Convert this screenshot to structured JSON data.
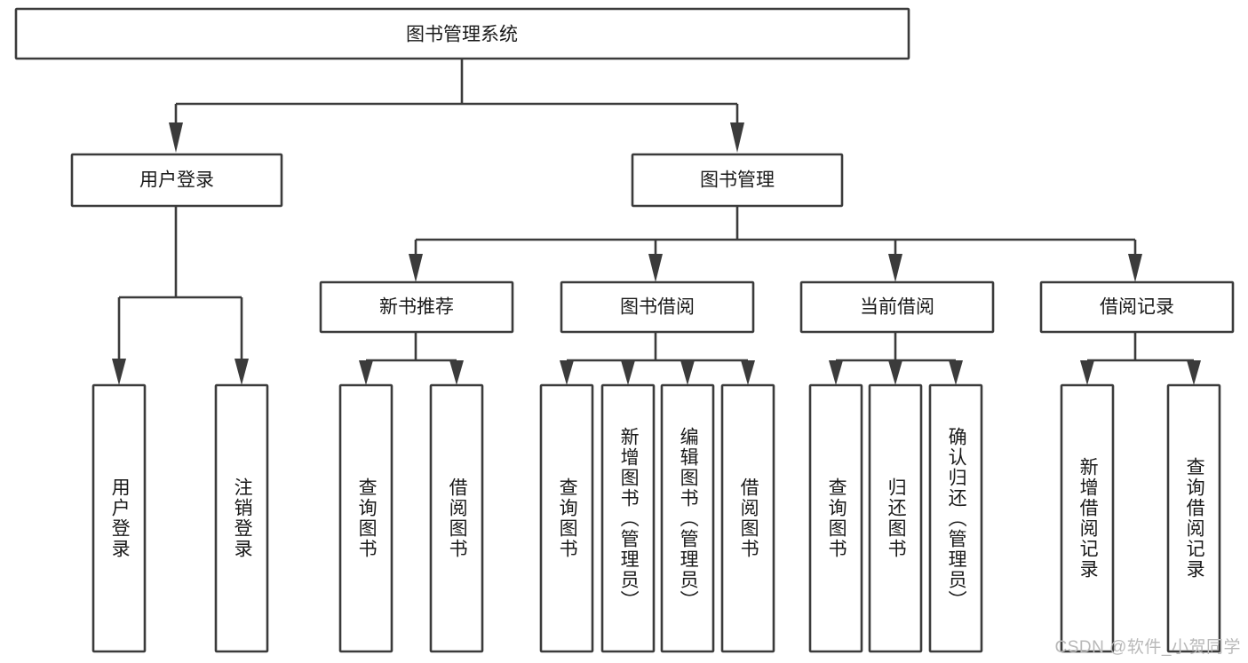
{
  "diagram": {
    "type": "hierarchy-tree",
    "title": "图书管理系统",
    "orientation": "top-down",
    "colors": {
      "box_stroke": "#3b3b3b",
      "box_fill": "#ffffff",
      "connector": "#3b3b3b",
      "text": "#1a1a1a",
      "background": "#ffffff",
      "watermark": "#b9b9b9"
    },
    "levels": {
      "root": {
        "label": "图书管理系统"
      },
      "level2": [
        {
          "label": "用户登录"
        },
        {
          "label": "图书管理"
        }
      ],
      "level3": [
        {
          "label": "新书推荐"
        },
        {
          "label": "图书借阅"
        },
        {
          "label": "当前借阅"
        },
        {
          "label": "借阅记录"
        }
      ],
      "leaves": {
        "user_login": [
          {
            "label": "用户登录"
          },
          {
            "label": "注销登录"
          }
        ],
        "new_book_recommend": [
          {
            "label": "查询图书"
          },
          {
            "label": "借阅图书"
          }
        ],
        "book_borrow": [
          {
            "label": "查询图书"
          },
          {
            "label": "新增图书（管理员）"
          },
          {
            "label": "编辑图书（管理员）"
          },
          {
            "label": "借阅图书"
          }
        ],
        "current_borrow": [
          {
            "label": "查询图书"
          },
          {
            "label": "归还图书"
          },
          {
            "label": "确认归还（管理员）"
          }
        ],
        "borrow_record": [
          {
            "label": "新增借阅记录"
          },
          {
            "label": "查询借阅记录"
          }
        ]
      }
    }
  },
  "watermark": {
    "text": "CSDN @软件_小贺同学"
  }
}
